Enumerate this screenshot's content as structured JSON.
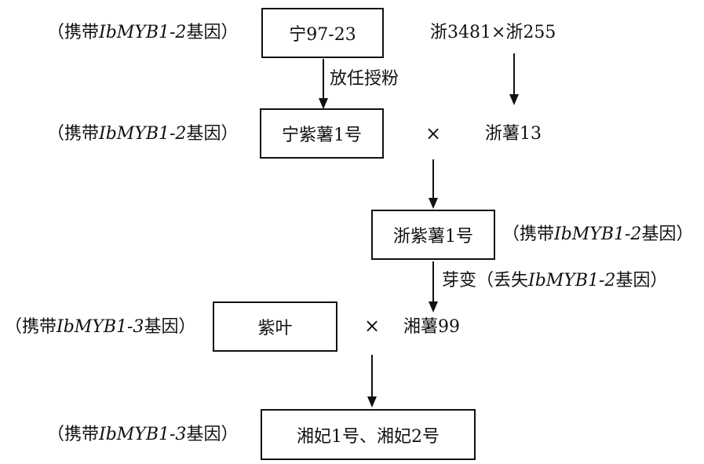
{
  "notes": {
    "carry_12": {
      "pre": "（携带",
      "gene": "IbMYB1-2",
      "post": "基因）"
    },
    "carry_13": {
      "pre": "（携带",
      "gene": "IbMYB1-3",
      "post": "基因）"
    },
    "mutation": {
      "pre": "芽变（丢失",
      "gene": "IbMYB1-2",
      "post": "基因）"
    }
  },
  "nodes": {
    "ning97_23": "宁97-23",
    "zhe_cross": "浙3481×浙255",
    "ningzishu1": "宁紫薯1号",
    "zheshu13": "浙薯13",
    "zhezishu1": "浙紫薯1号",
    "ziye": "紫叶",
    "xiangshu99": "湘薯99",
    "xiangfei": "湘妃1号、湘妃2号"
  },
  "edges": {
    "open_pollination": "放任授粉"
  },
  "symbols": {
    "cross": "×"
  }
}
